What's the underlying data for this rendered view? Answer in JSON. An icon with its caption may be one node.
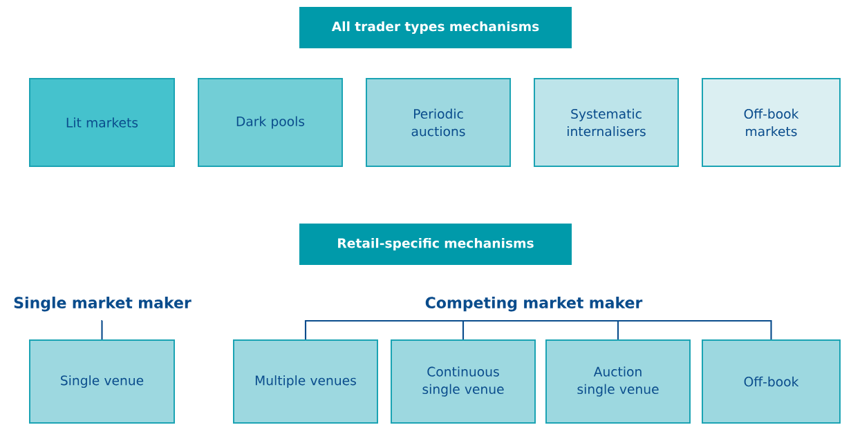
{
  "diagram": {
    "nodes": [
      {
        "text": [
          "All trader types mechanisms"
        ]
      },
      {
        "text": [
          "Lit markets"
        ]
      },
      {
        "text": [
          "Dark pools"
        ]
      },
      {
        "text": [
          "Periodic auctions"
        ]
      },
      {
        "text": [
          "Systematic internalisers"
        ]
      },
      {
        "text": [
          "Off-book markets"
        ]
      },
      {
        "text": [
          "Retail-specific mechanisms"
        ]
      },
      {
        "text": [
          "Single market maker"
        ]
      },
      {
        "text": [
          "Single venue"
        ]
      },
      {
        "text": [
          "Competing market maker"
        ]
      },
      {
        "text": [
          "Multiple venues"
        ]
      },
      {
        "text": [
          "Continuous single venue"
        ]
      },
      {
        "text": [
          "Auction single venue"
        ]
      },
      {
        "text": [
          "Off-book"
        ]
      }
    ],
    "edges": [
      {
        "from": 7,
        "to": 8,
        "arrow": "none"
      },
      {
        "from": 9,
        "to": 10,
        "arrow": "none"
      },
      {
        "from": 9,
        "to": 11,
        "arrow": "none"
      },
      {
        "from": 9,
        "to": 12,
        "arrow": "none"
      },
      {
        "from": 9,
        "to": 13,
        "arrow": "none"
      }
    ]
  }
}
